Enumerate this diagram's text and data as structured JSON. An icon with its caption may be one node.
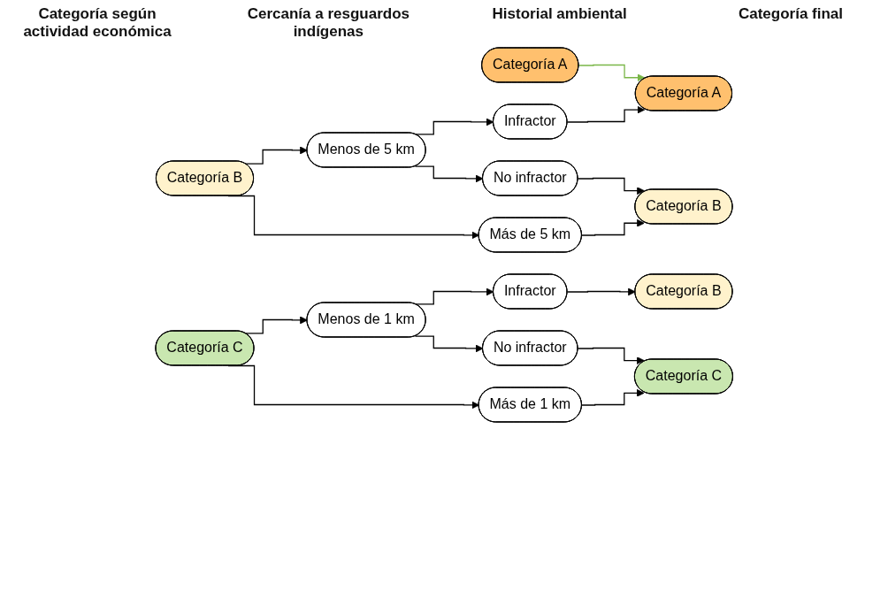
{
  "diagram": {
    "nodes": [
      {
        "text": [
          "Categoría A"
        ]
      },
      {
        "text": [
          "Categoría B"
        ]
      },
      {
        "text": [
          "Menos de 5 km"
        ]
      },
      {
        "text": [
          "Más de 5 km"
        ]
      },
      {
        "text": [
          "Infractor"
        ]
      },
      {
        "text": [
          "No infractor"
        ]
      },
      {
        "text": [
          "Categoría A"
        ]
      },
      {
        "text": [
          "Categoría B"
        ]
      },
      {
        "text": [
          "Categoría C"
        ]
      },
      {
        "text": [
          "Menos de 1 km"
        ]
      },
      {
        "text": [
          "Más de 1 km"
        ]
      },
      {
        "text": [
          "Infractor"
        ]
      },
      {
        "text": [
          "No infractor"
        ]
      },
      {
        "text": [
          "Categoría B"
        ]
      },
      {
        "text": [
          "Categoría C"
        ]
      }
    ],
    "edges": [
      {
        "from": 0,
        "to": 6,
        "arrow": "to",
        "color": "#7ab648"
      },
      {
        "from": 1,
        "to": 2,
        "arrow": "to"
      },
      {
        "from": 1,
        "to": 3,
        "arrow": "to"
      },
      {
        "from": 2,
        "to": 4,
        "arrow": "to"
      },
      {
        "from": 2,
        "to": 5,
        "arrow": "to"
      },
      {
        "from": 4,
        "to": 6,
        "arrow": "to"
      },
      {
        "from": 5,
        "to": 7,
        "arrow": "to"
      },
      {
        "from": 3,
        "to": 7,
        "arrow": "to"
      },
      {
        "from": 8,
        "to": 9,
        "arrow": "to"
      },
      {
        "from": 8,
        "to": 10,
        "arrow": "to"
      },
      {
        "from": 9,
        "to": 11,
        "arrow": "to"
      },
      {
        "from": 9,
        "to": 12,
        "arrow": "to"
      },
      {
        "from": 11,
        "to": 13,
        "arrow": "to"
      },
      {
        "from": 12,
        "to": 14,
        "arrow": "to"
      },
      {
        "from": 10,
        "to": 14,
        "arrow": "to"
      }
    ],
    "labels": [
      "Categoría según actividad económica",
      "Cercanía a resguardos indígenas",
      "Historial ambiental",
      "Categoría final"
    ]
  }
}
